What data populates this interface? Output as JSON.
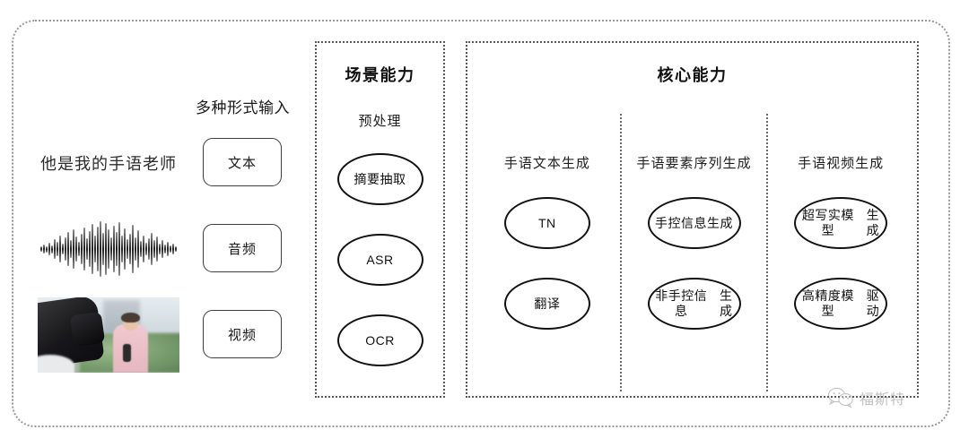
{
  "diagram": {
    "inputs": {
      "section_label": "多种形式输入",
      "rows": [
        {
          "sample_text": "他是我的手语老师",
          "media": "text-sample",
          "chip_label": "文本"
        },
        {
          "sample_text": "",
          "media": "audio-waveform",
          "chip_label": "音频"
        },
        {
          "sample_text": "",
          "media": "video-thumbnail",
          "chip_label": "视频"
        }
      ]
    },
    "scene_group": {
      "title": "场景能力",
      "column_label": "预处理",
      "nodes": [
        "摘要抽取",
        "ASR",
        "OCR"
      ]
    },
    "core_group": {
      "title": "核心能力",
      "columns": [
        {
          "label": "手语文本生成",
          "nodes": [
            "TN",
            "翻译"
          ]
        },
        {
          "label": "手语要素序列生成",
          "nodes": [
            "手控信息\n生成",
            "非手控信息\n生成"
          ]
        },
        {
          "label": "手语视频生成",
          "nodes": [
            "超写实模型\n生成",
            "高精度模型\n驱动"
          ]
        }
      ]
    },
    "watermark": {
      "icon": "wechat-icon",
      "text": "福斯特"
    },
    "colors": {
      "frame_border": "#9a9a9a",
      "group_border": "#5a5a5a",
      "node_border": "#111111",
      "text": "#1a1a1a",
      "watermark_text": "#6d6d6d"
    }
  }
}
